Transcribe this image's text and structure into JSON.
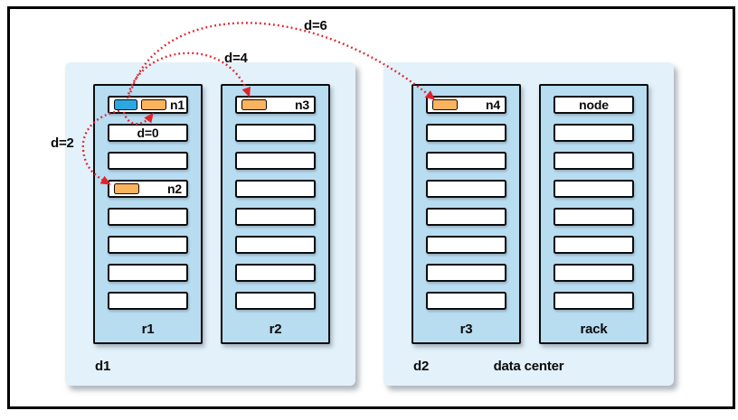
{
  "colors": {
    "dc_bg": "#e2f1fa",
    "rack_bg": "#b8dcf0",
    "slot_bg": "#ffffff",
    "node_blue": "#2aa8df",
    "node_orange": "#fbb35e",
    "arc_red": "#e2222a"
  },
  "arcs": {
    "d6": {
      "label": "d=6"
    },
    "d4": {
      "label": "d=4"
    },
    "d2": {
      "label": "d=2"
    }
  },
  "datacenters": [
    {
      "label": "d1",
      "caption": "",
      "racks": [
        {
          "label": "r1",
          "slots": [
            {
              "boxes": [
                "blue",
                "orange"
              ],
              "label": "n1"
            },
            {
              "center_text": "d=0"
            },
            {},
            {
              "boxes": [
                "orange"
              ],
              "label": "n2"
            },
            {},
            {},
            {},
            {}
          ]
        },
        {
          "label": "r2",
          "slots": [
            {
              "boxes": [
                "orange"
              ],
              "label": "n3"
            },
            {},
            {},
            {},
            {},
            {},
            {},
            {}
          ]
        }
      ]
    },
    {
      "label": "d2",
      "caption": "data center",
      "racks": [
        {
          "label": "r3",
          "slots": [
            {
              "boxes": [
                "orange"
              ],
              "label": "n4"
            },
            {},
            {},
            {},
            {},
            {},
            {},
            {}
          ]
        },
        {
          "label": "rack",
          "slots": [
            {
              "center_text": "node"
            },
            {},
            {},
            {},
            {},
            {},
            {},
            {}
          ]
        }
      ]
    }
  ]
}
